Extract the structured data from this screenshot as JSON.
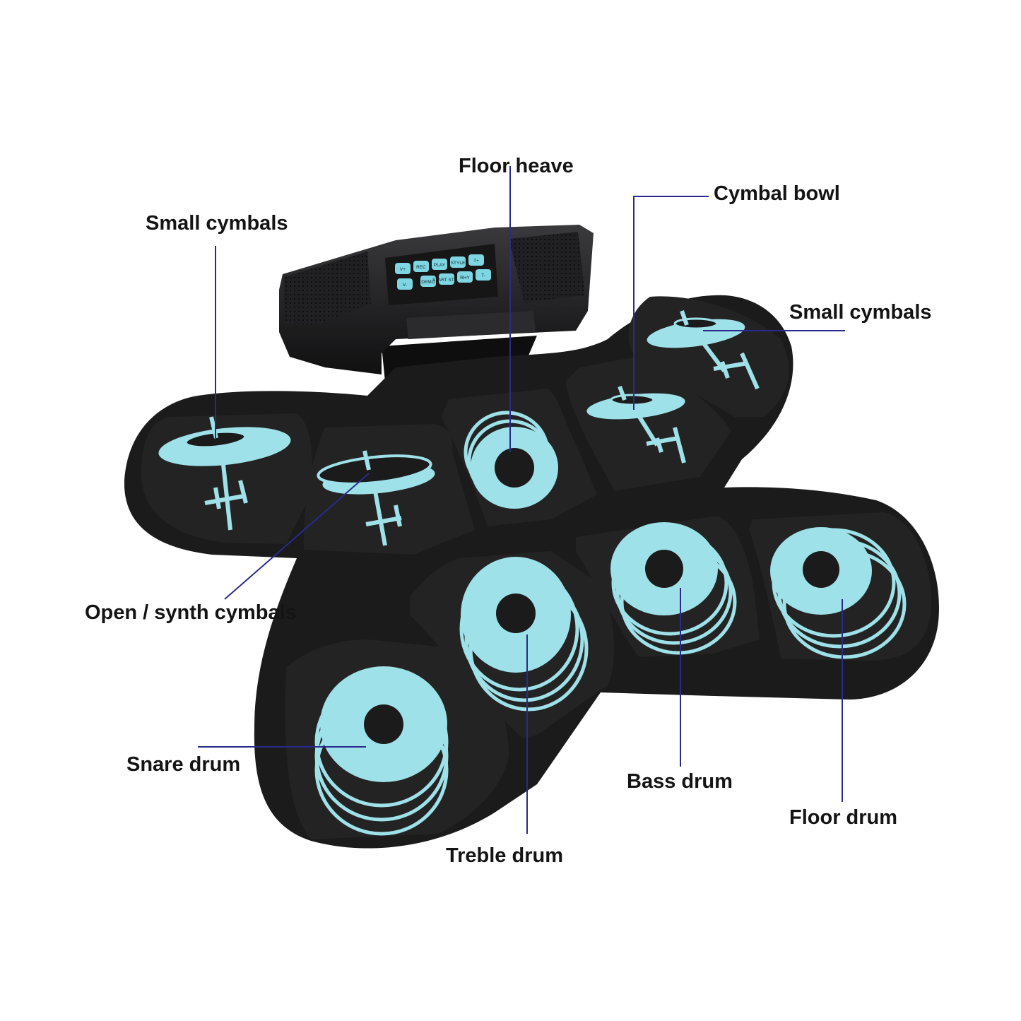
{
  "colors": {
    "pad_background": "#1a1a1b",
    "pad_mat": "#232324",
    "graphic_fill": "#9ee1e8",
    "leader_line": "#2a2a8c",
    "label_text": "#141414"
  },
  "labels": {
    "floor_heave": "Floor heave",
    "cymbal_bowl": "Cymbal bowl",
    "small_cymbals_left": "Small cymbals",
    "small_cymbals_right": "Small cymbals",
    "open_synth_cymbals": "Open / synth cymbals",
    "snare_drum": "Snare drum",
    "treble_drum": "Treble drum",
    "bass_drum": "Bass drum",
    "floor_drum": "Floor drum"
  },
  "control_box": {
    "buttons": [
      "V+",
      "REC",
      "PLAY",
      "STYLE",
      "T+",
      "V-",
      "DEMO",
      "START STOP",
      "RHY",
      "T-"
    ]
  }
}
